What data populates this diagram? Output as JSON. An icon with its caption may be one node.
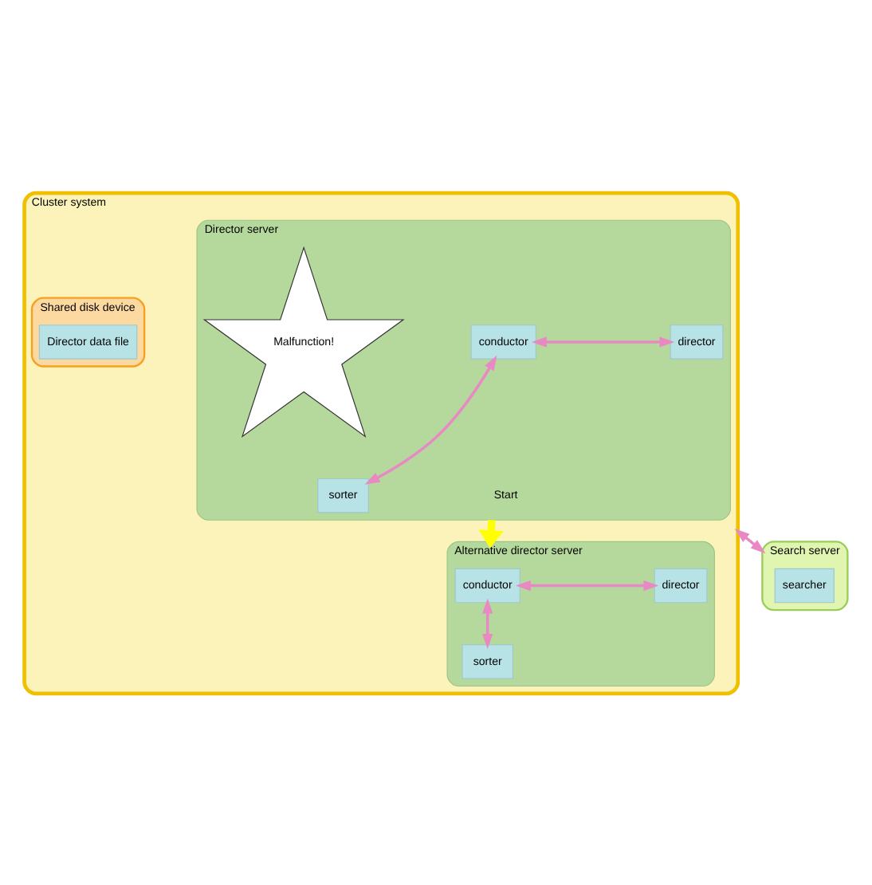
{
  "diagram": {
    "nodes": [
      {
        "text": [
          "Cluster system"
        ]
      },
      {
        "text": [
          "Director server"
        ],
        "in": 0
      },
      {
        "text": [
          "conductor"
        ],
        "in": 1
      },
      {
        "text": [
          "director"
        ],
        "in": 1
      },
      {
        "text": [
          "sorter"
        ],
        "in": 1
      },
      {
        "text": [
          "Malfunction!"
        ],
        "in": 1
      },
      {
        "text": [
          "Shared disk device"
        ],
        "in": 0
      },
      {
        "text": [
          "Director data file"
        ],
        "in": 6
      },
      {
        "text": [
          "Alternative director server"
        ],
        "in": 0
      },
      {
        "text": [
          "conductor"
        ],
        "in": 8
      },
      {
        "text": [
          "director"
        ],
        "in": 8
      },
      {
        "text": [
          "sorter"
        ],
        "in": 8
      },
      {
        "text": [
          "Search server"
        ]
      },
      {
        "text": [
          "searcher"
        ],
        "in": 12
      }
    ],
    "edges": [
      {
        "from": 2,
        "to": 3,
        "arrow": "both"
      },
      {
        "from": 2,
        "to": 4,
        "arrow": "both"
      },
      {
        "from": 1,
        "to": 8,
        "arrow": "to",
        "label": "Start",
        "style": "thick",
        "color": "#ffff00"
      },
      {
        "from": 9,
        "to": 10,
        "arrow": "both"
      },
      {
        "from": 9,
        "to": 11,
        "arrow": "both"
      },
      {
        "from": 0,
        "to": 12,
        "arrow": "both"
      }
    ]
  }
}
